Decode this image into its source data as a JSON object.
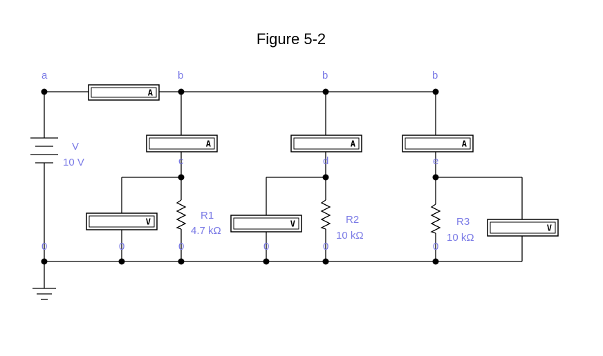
{
  "figure": {
    "title": "Figure 5-2"
  },
  "source": {
    "name": "V",
    "value": "10 V"
  },
  "nodes": {
    "a": "a",
    "b1": "b",
    "b2": "b",
    "b3": "b",
    "c": "c",
    "d": "d",
    "e": "e",
    "g1": "0",
    "g2": "0",
    "g3": "0",
    "g4": "0",
    "g5": "0",
    "g6": "0"
  },
  "resistors": [
    {
      "name": "R1",
      "value": "4.7 kΩ"
    },
    {
      "name": "R2",
      "value": "10 kΩ"
    },
    {
      "name": "R3",
      "value": "10 kΩ"
    }
  ],
  "meters": {
    "ammeter_symbol": "A",
    "voltmeter_symbol": "V"
  }
}
